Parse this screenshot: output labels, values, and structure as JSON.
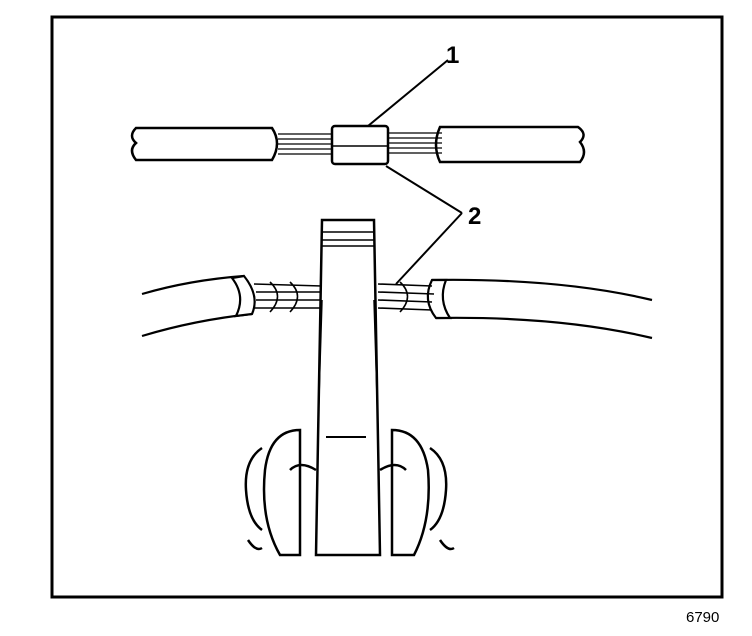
{
  "callouts": [
    {
      "id": "1",
      "text": "1"
    },
    {
      "id": "2",
      "text": "2"
    }
  ],
  "figure_number": "6790",
  "colors": {
    "ink": "#000000",
    "paper": "#ffffff"
  }
}
